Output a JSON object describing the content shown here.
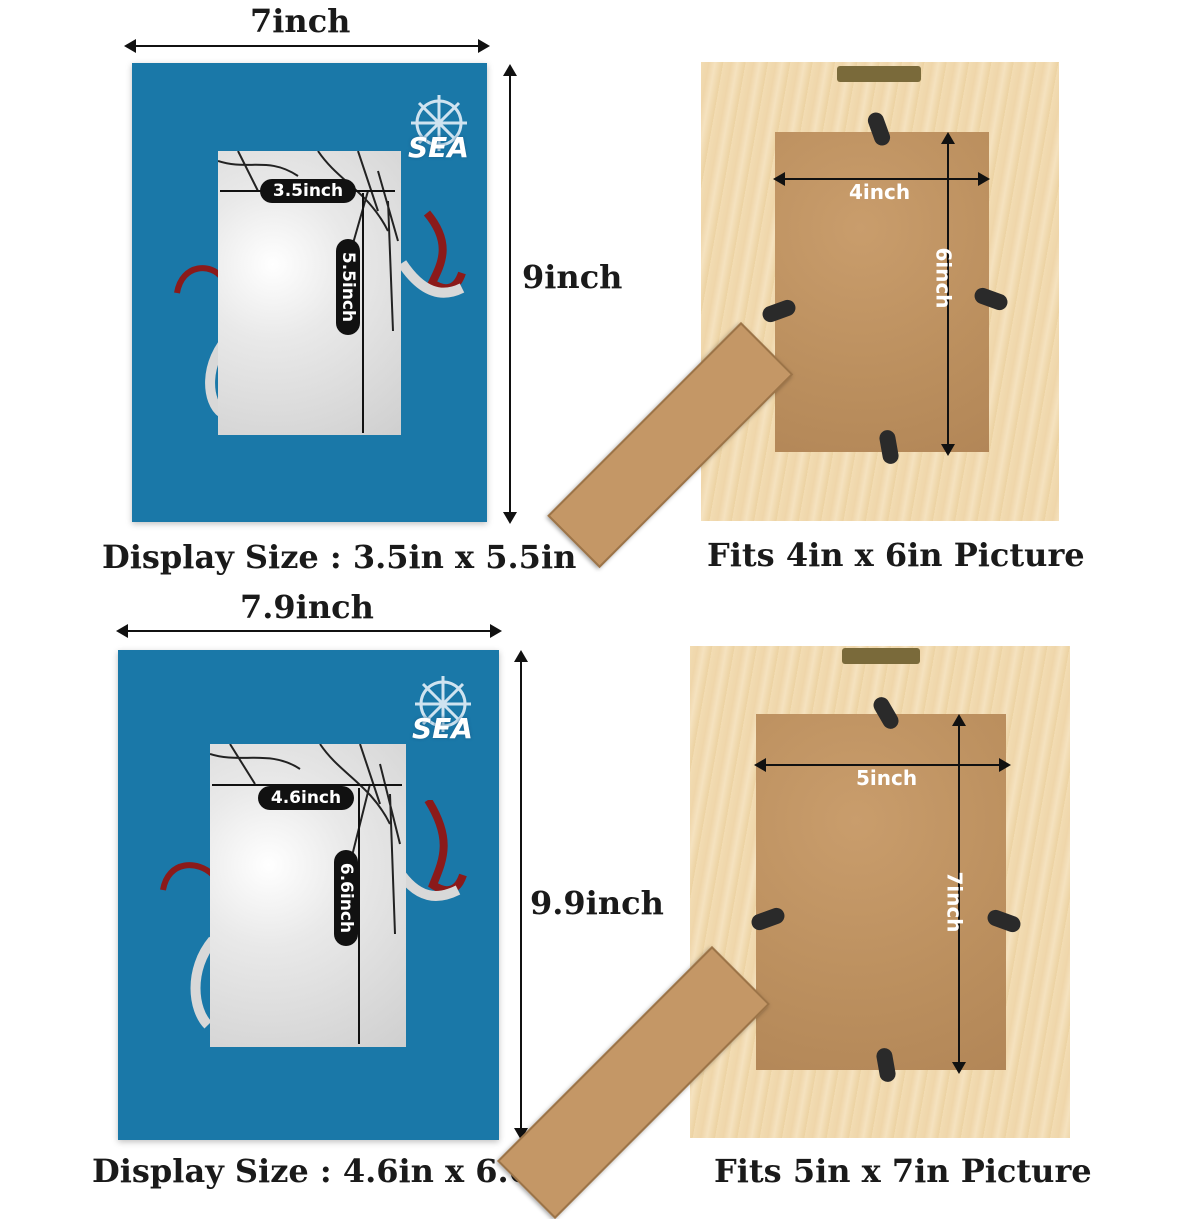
{
  "top_mat": {
    "width_label": "7inch",
    "height_label": "9inch",
    "opening_width_label": "3.5inch",
    "opening_height_label": "5.5inch",
    "logo_text": "SEA",
    "caption": "Display Size : 3.5in x 5.5in"
  },
  "top_frame": {
    "width_label": "4inch",
    "height_label": "6inch",
    "caption": "Fits 4in x 6in Picture"
  },
  "bottom_mat": {
    "width_label": "7.9inch",
    "height_label": "9.9inch",
    "opening_width_label": "4.6inch",
    "opening_height_label": "6.6inch",
    "logo_text": "SEA",
    "caption": "Display Size : 4.6in x 6.6in"
  },
  "bottom_frame": {
    "width_label": "5inch",
    "height_label": "7inch",
    "caption": "Fits 5in x 7in Picture"
  },
  "colors": {
    "mat_blue": "#1a78a8",
    "wood": "#f2dcb3",
    "backing_board": "#bb8f5e"
  }
}
